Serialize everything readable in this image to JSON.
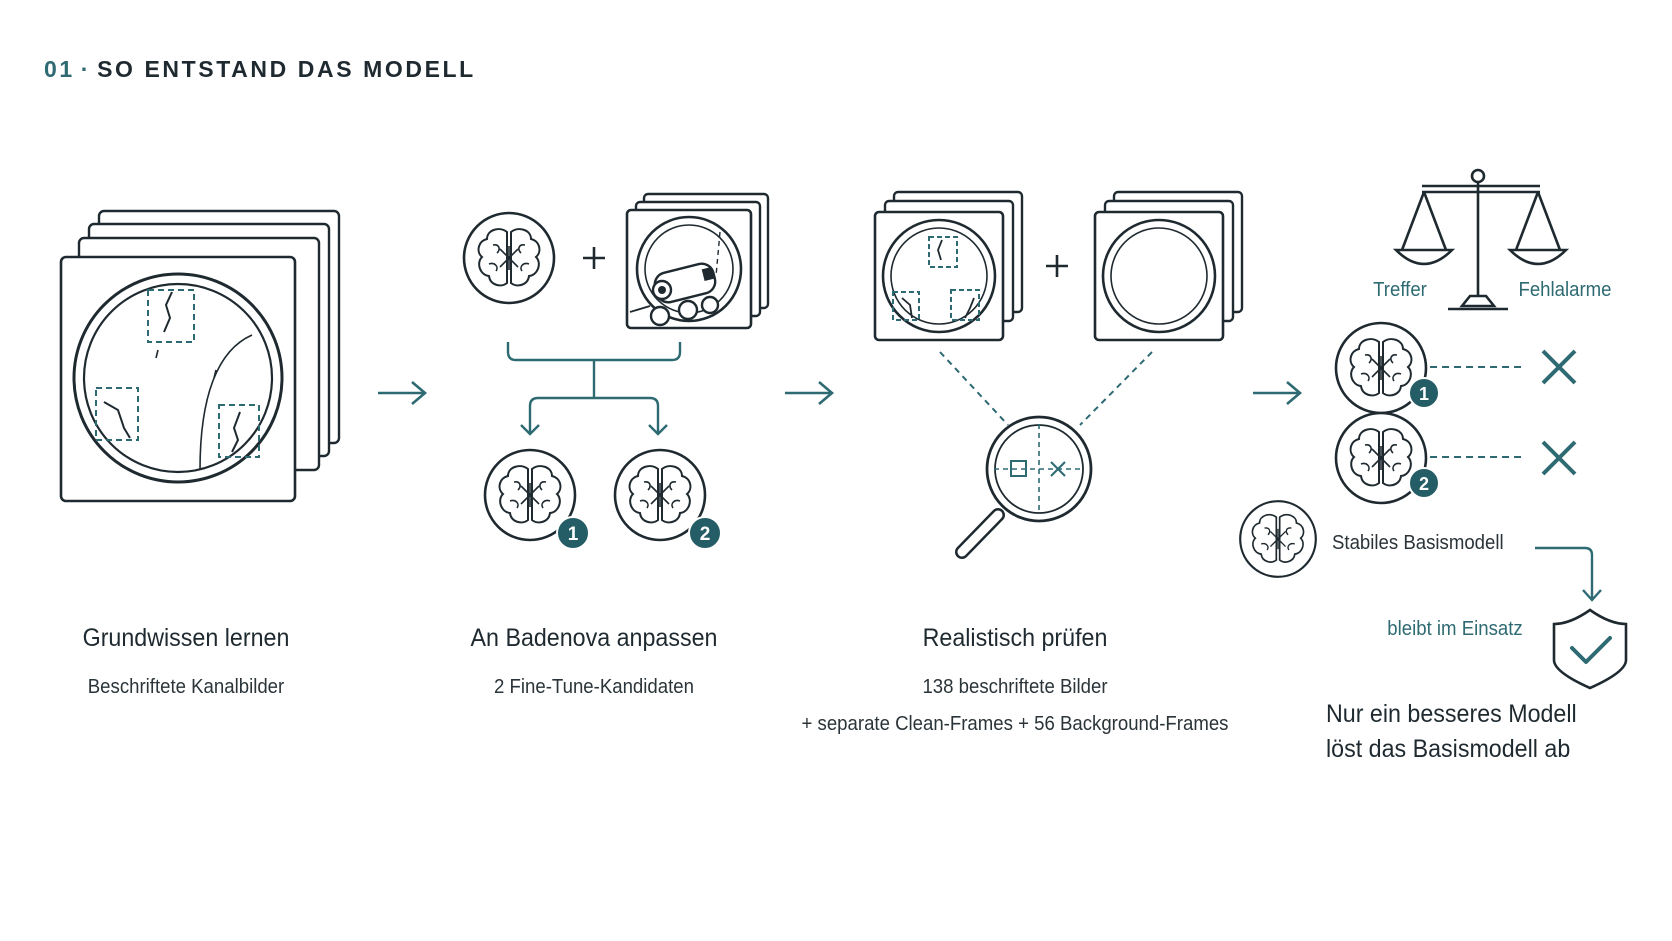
{
  "header": {
    "number": "01",
    "separator": "·",
    "title": "SO ENTSTAND DAS MODELL"
  },
  "colors": {
    "accent": "#2e6a72",
    "ink": "#1f2a30"
  },
  "steps": [
    {
      "title": "Grundwissen lernen",
      "subtitle": "Beschriftete Kanalbilder"
    },
    {
      "title": "An Badenova anpassen",
      "subtitle": "2 Fine-Tune-Kandidaten"
    },
    {
      "title": "Realistisch prüfen",
      "subtitle": "138 beschriftete Bilder",
      "subtitle2": "+ separate Clean-Frames + 56 Background-Frames"
    },
    {
      "scale_left": "Treffer",
      "scale_right": "Fehlalarme",
      "candidates": [
        "1",
        "2"
      ],
      "base_model": "Stabiles Basismodell",
      "keep": "bleibt im Einsatz",
      "conclusion_line1": "Nur ein besseres Modell",
      "conclusion_line2": "löst das Basismodell ab"
    }
  ],
  "icons": {
    "plus": "+",
    "arrow": "right-arrow-icon",
    "brain": "brain-icon",
    "magnifier": "magnifier-icon",
    "scale": "balance-scale-icon",
    "reject": "x-icon",
    "shield": "shield-check-icon"
  }
}
